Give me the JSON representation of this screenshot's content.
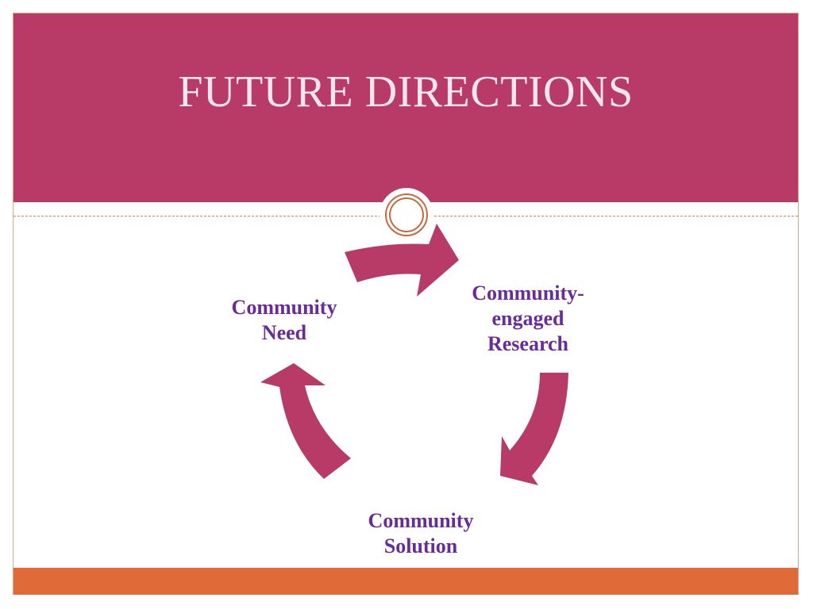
{
  "slide": {
    "title": "FUTURE DIRECTIONS"
  },
  "diagram": {
    "nodes": [
      {
        "id": "need",
        "lines": [
          "Community",
          "Need"
        ]
      },
      {
        "id": "research",
        "lines": [
          "Community-",
          "engaged",
          "Research"
        ]
      },
      {
        "id": "solution",
        "lines": [
          "Community",
          "Solution"
        ]
      }
    ]
  },
  "colors": {
    "header": "#b83a66",
    "title_text": "#f7e6ee",
    "arrow": "#b83a66",
    "node_text": "#6a2b9a",
    "footer": "#e06b38",
    "divider": "#d6815a",
    "ornament": "#c8683e"
  }
}
